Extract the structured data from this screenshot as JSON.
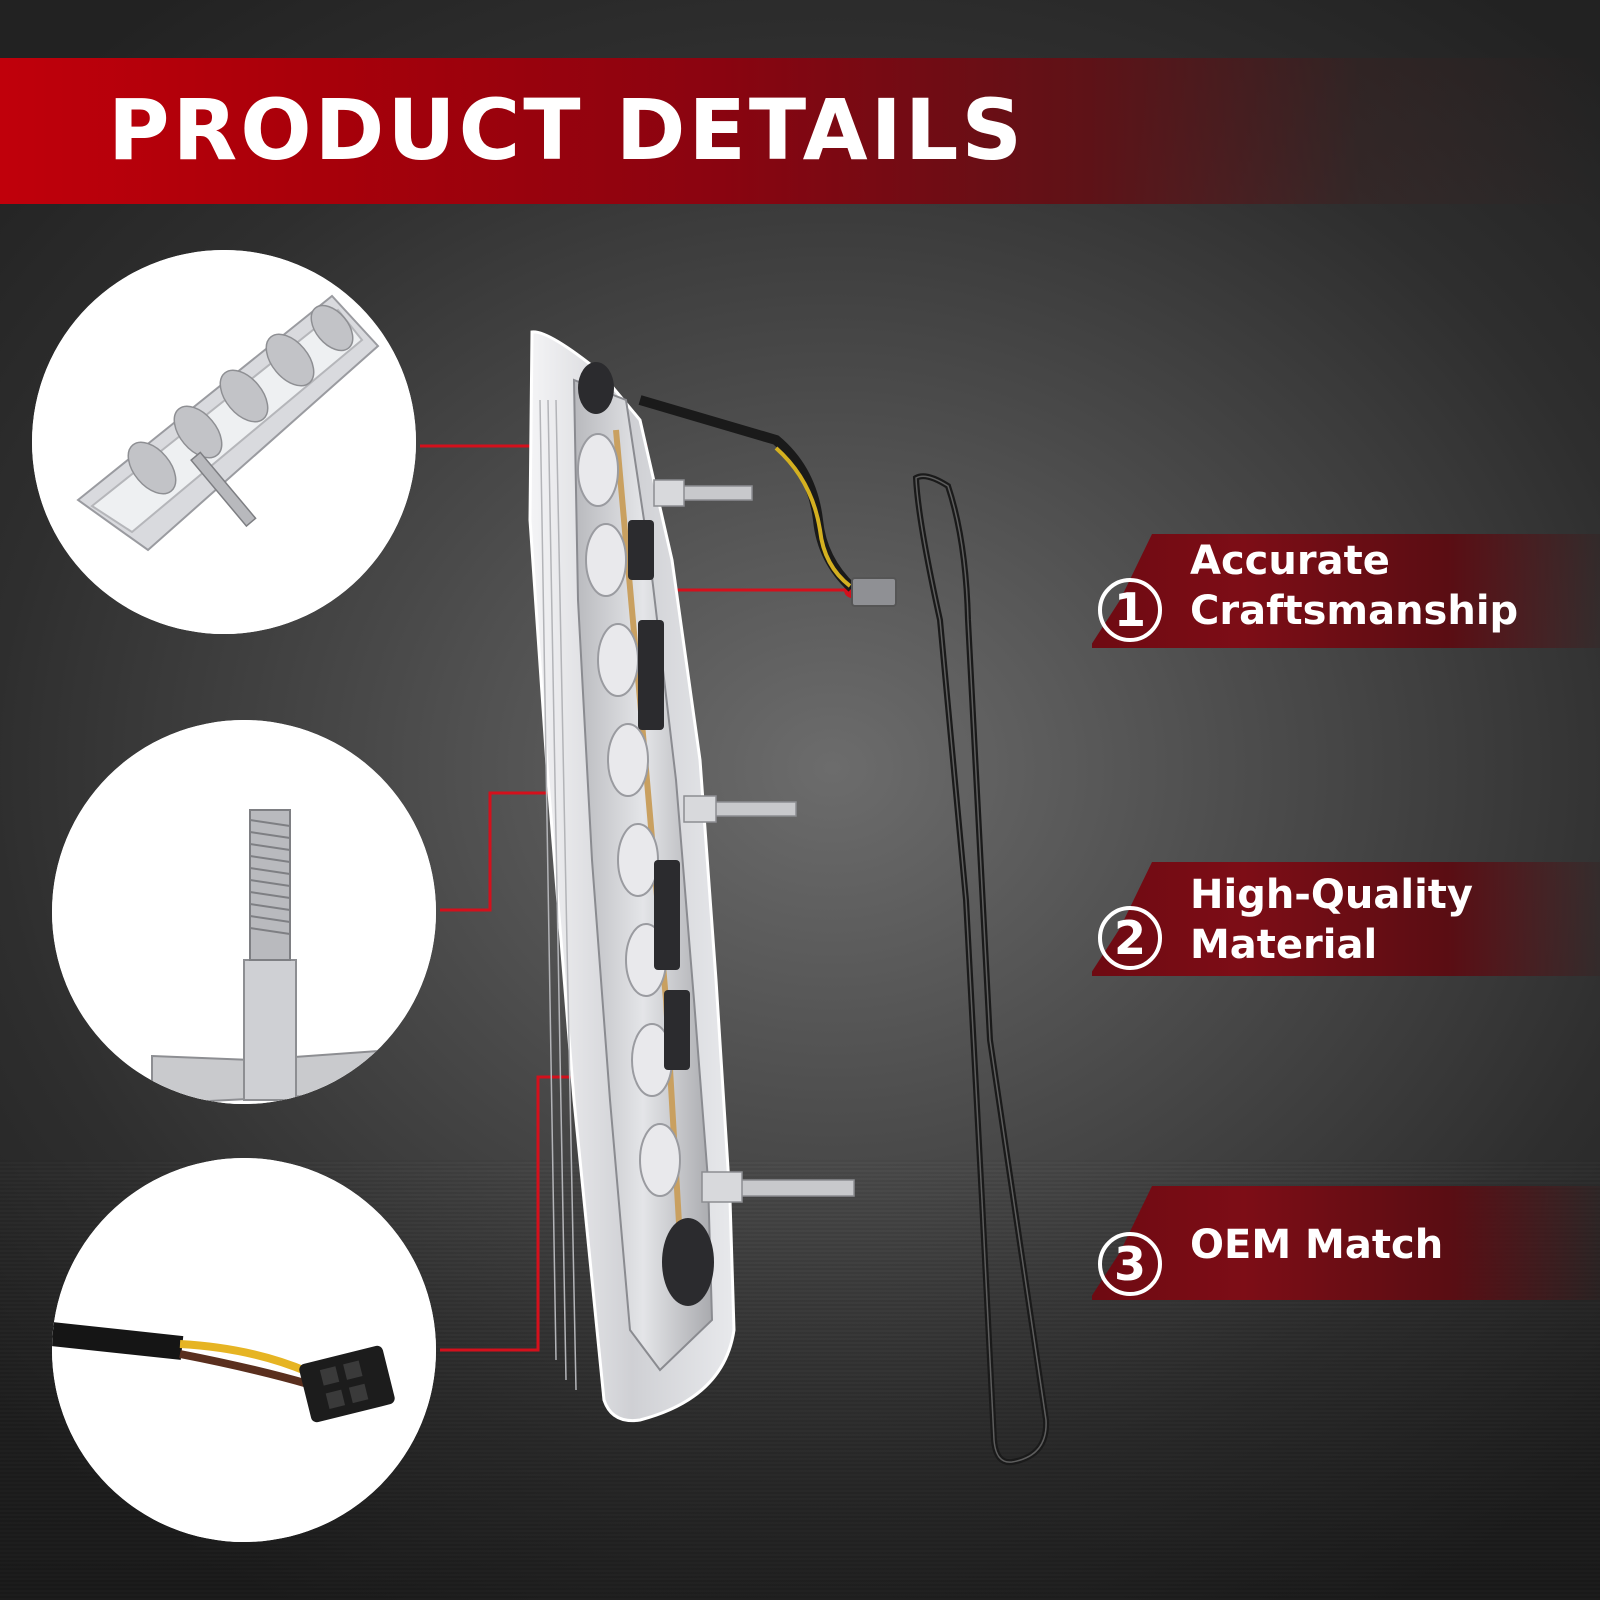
{
  "banner": {
    "title": "PRODUCT DETAILS"
  },
  "features": [
    {
      "number": "1",
      "line1": "Accurate",
      "line2": "Craftsmanship"
    },
    {
      "number": "2",
      "line1": "High-Quality",
      "line2": "Material"
    },
    {
      "number": "3",
      "line1": "OEM Match",
      "line2": ""
    }
  ],
  "colors": {
    "accent": "#c0000b",
    "callout_line": "#d4101c",
    "background": "#3a3a3a"
  },
  "detail_images": [
    "light-lens-closeup",
    "mounting-stud-closeup",
    "wiring-connector-closeup"
  ]
}
